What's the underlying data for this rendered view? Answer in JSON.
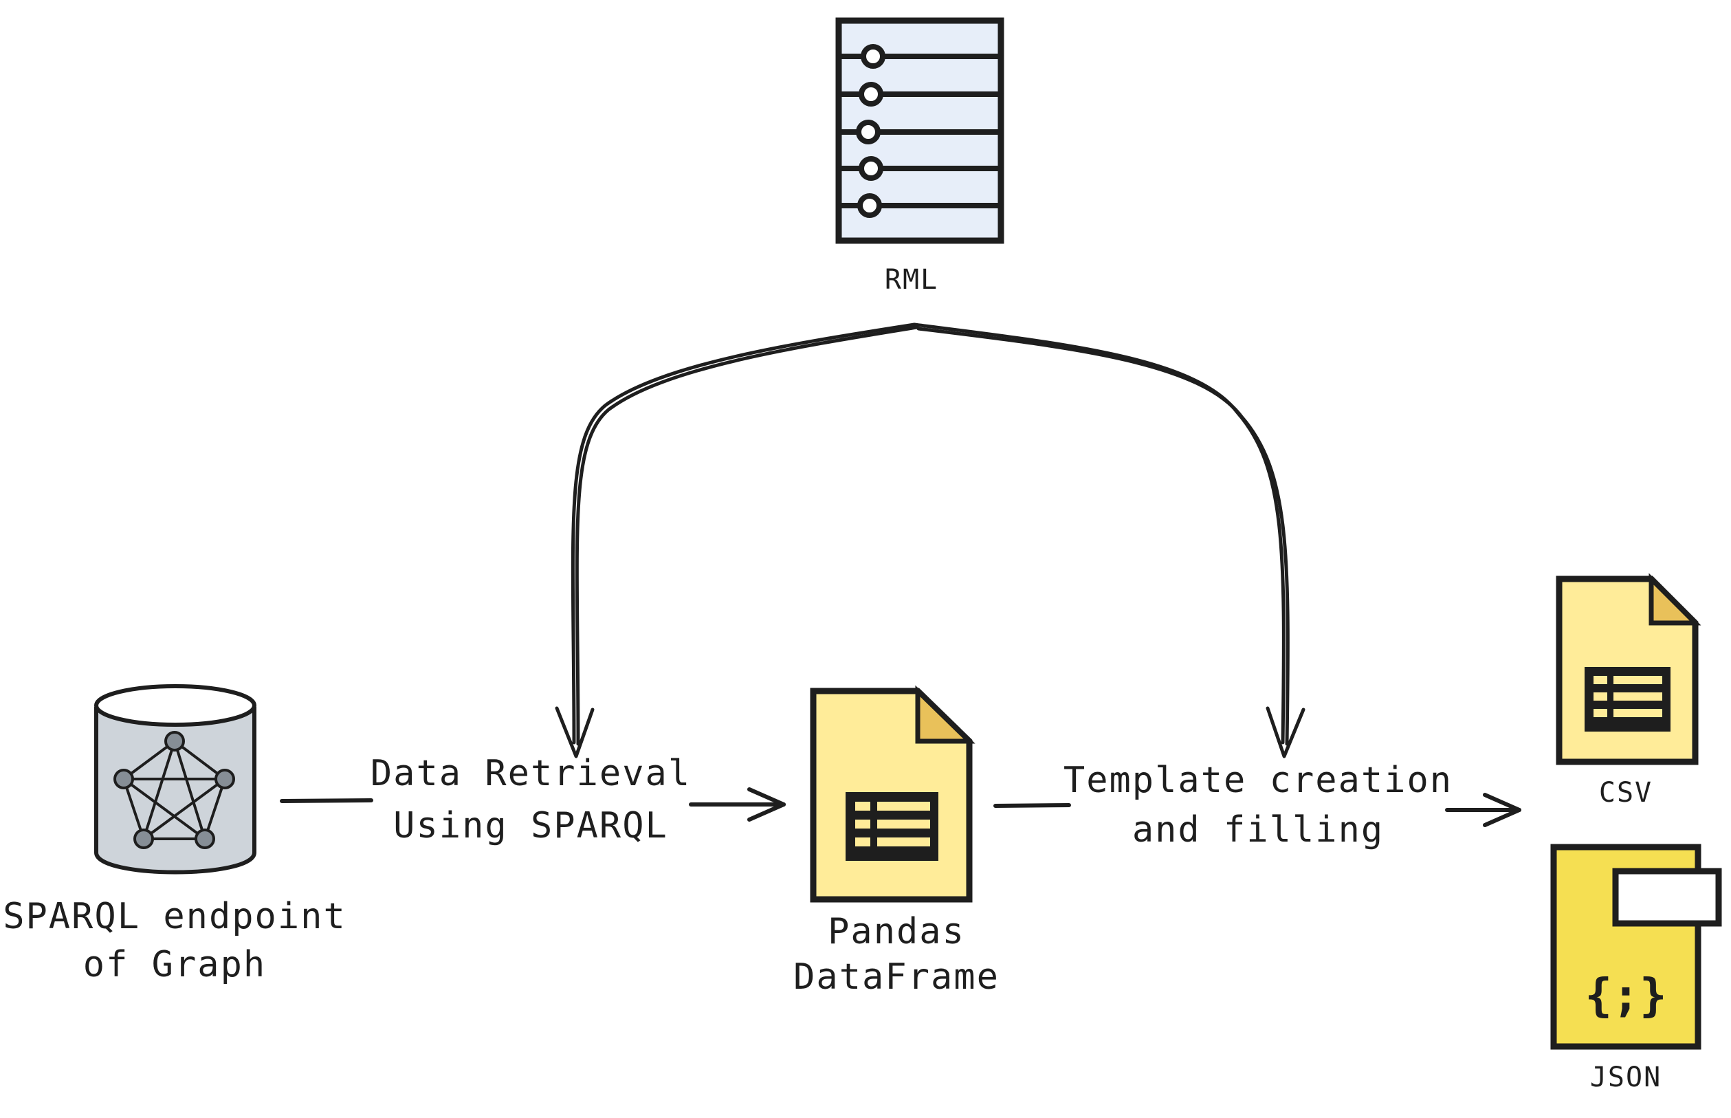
{
  "nodes": {
    "rml": {
      "label": "RML",
      "icon": "server-list-icon"
    },
    "sparql_endpoint": {
      "label_line1": "SPARQL endpoint",
      "label_line2": "of Graph",
      "icon": "graph-database-icon"
    },
    "pandas": {
      "label_line1": "Pandas",
      "label_line2": "DataFrame",
      "icon": "spreadsheet-file-icon"
    },
    "csv": {
      "label": "CSV",
      "icon": "spreadsheet-file-icon"
    },
    "json": {
      "label": "JSON",
      "icon": "json-file-icon",
      "glyph": "{;}"
    }
  },
  "edges": {
    "retrieval": {
      "label_line1": "Data Retrieval",
      "label_line2": "Using SPARQL"
    },
    "template": {
      "label_line1": "Template creation",
      "label_line2": "and filling"
    }
  },
  "colors": {
    "ink": "#1e1e1e",
    "server_fill": "#e7eef9",
    "db_fill": "#ced4da",
    "file_fill": "#ffec99",
    "file_corner": "#e9c15a",
    "json_fill": "#f5df52"
  }
}
